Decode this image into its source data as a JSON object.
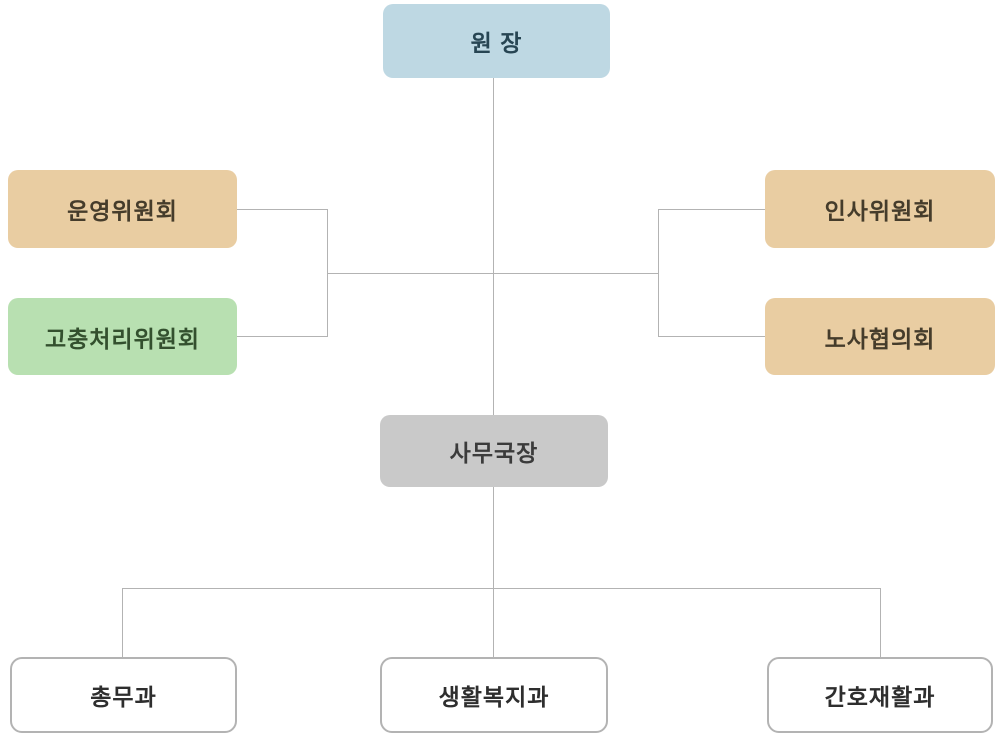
{
  "org_chart": {
    "root": {
      "label": "원 장"
    },
    "left_branch": [
      {
        "label": "운영위원회"
      },
      {
        "label": "고충처리위원회"
      }
    ],
    "right_branch": [
      {
        "label": "인사위원회"
      },
      {
        "label": "노사협의회"
      }
    ],
    "secretary": {
      "label": "사무국장"
    },
    "departments": [
      {
        "label": "총무과"
      },
      {
        "label": "생활복지과"
      },
      {
        "label": "간호재활과"
      }
    ],
    "hierarchy": {
      "원 장": [
        "운영위원회",
        "고충처리위원회",
        "인사위원회",
        "노사협의회",
        "사무국장"
      ],
      "사무국장": [
        "총무과",
        "생활복지과",
        "간호재활과"
      ]
    },
    "colors": {
      "director_bg": "#bed8e3",
      "director_text": "#274553",
      "committee_bg": "#e9cda2",
      "committee_text": "#453c2b",
      "grievance_bg": "#b8e0b1",
      "grievance_text": "#33502e",
      "secretary_bg": "#c9c9c9",
      "secretary_text": "#3b3b3b",
      "department_bg": "#ffffff",
      "department_border": "#b3b3b3",
      "department_text": "#2e2e2e",
      "connector_line": "#b3b3b3",
      "page_bg": "#ffffff"
    }
  }
}
